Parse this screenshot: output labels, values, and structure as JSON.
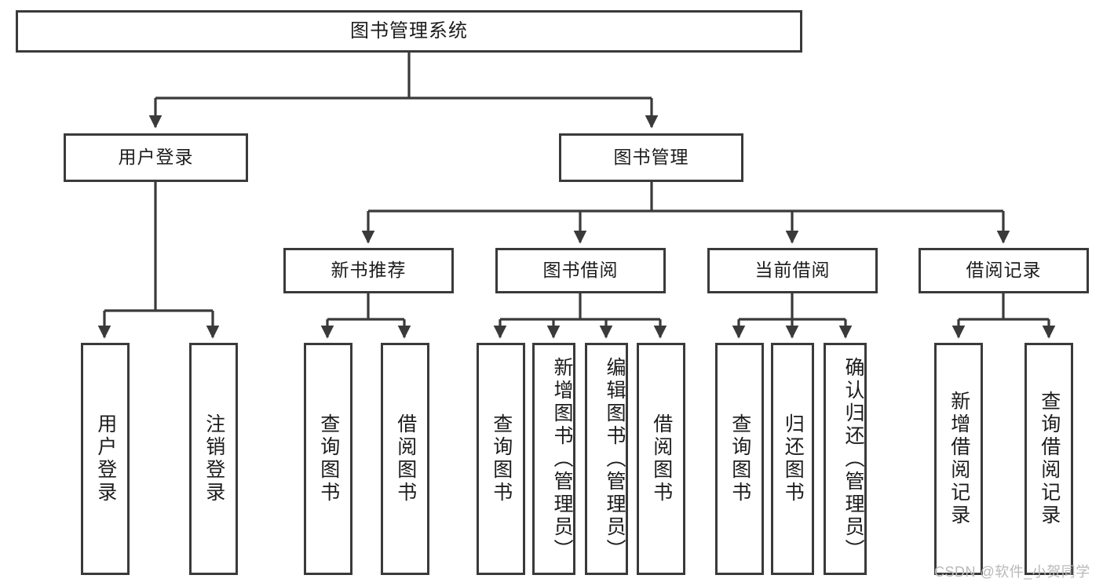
{
  "diagram": {
    "title": "图书管理系统",
    "type": "tree-hierarchy",
    "root": {
      "label": "图书管理系统"
    },
    "level1": [
      {
        "id": "user-login",
        "label": "用户登录"
      },
      {
        "id": "book-manage",
        "label": "图书管理"
      }
    ],
    "level2": [
      {
        "id": "new-book-recommend",
        "label": "新书推荐"
      },
      {
        "id": "book-borrow",
        "label": "图书借阅"
      },
      {
        "id": "current-borrow",
        "label": "当前借阅"
      },
      {
        "id": "borrow-record",
        "label": "借阅记录"
      }
    ],
    "leaves": {
      "user_login": [
        {
          "id": "leaf-user-login",
          "label": "用户登录"
        },
        {
          "id": "leaf-user-logout",
          "label": "注销登录"
        }
      ],
      "new_book_recommend": [
        {
          "id": "leaf-query-book-1",
          "label": "查询图书"
        },
        {
          "id": "leaf-borrow-book-1",
          "label": "借阅图书"
        }
      ],
      "book_borrow": [
        {
          "id": "leaf-query-book-2",
          "label": "查询图书"
        },
        {
          "id": "leaf-add-book",
          "label": "新增图书（管理员）"
        },
        {
          "id": "leaf-edit-book",
          "label": "编辑图书（管理员）"
        },
        {
          "id": "leaf-borrow-book-2",
          "label": "借阅图书"
        }
      ],
      "current_borrow": [
        {
          "id": "leaf-query-book-3",
          "label": "查询图书"
        },
        {
          "id": "leaf-return-book",
          "label": "归还图书"
        },
        {
          "id": "leaf-confirm-return",
          "label": "确认归还（管理员）"
        }
      ],
      "borrow_record": [
        {
          "id": "leaf-add-borrow-record",
          "label": "新增借阅记录"
        },
        {
          "id": "leaf-query-borrow-record",
          "label": "查询借阅记录"
        }
      ]
    }
  },
  "watermark": {
    "text": "CSDN @软件_小贺同学"
  },
  "colors": {
    "stroke": "#3a3a3a",
    "background": "#ffffff",
    "text": "#1c1c1c",
    "watermark": "#b9b9b9"
  }
}
